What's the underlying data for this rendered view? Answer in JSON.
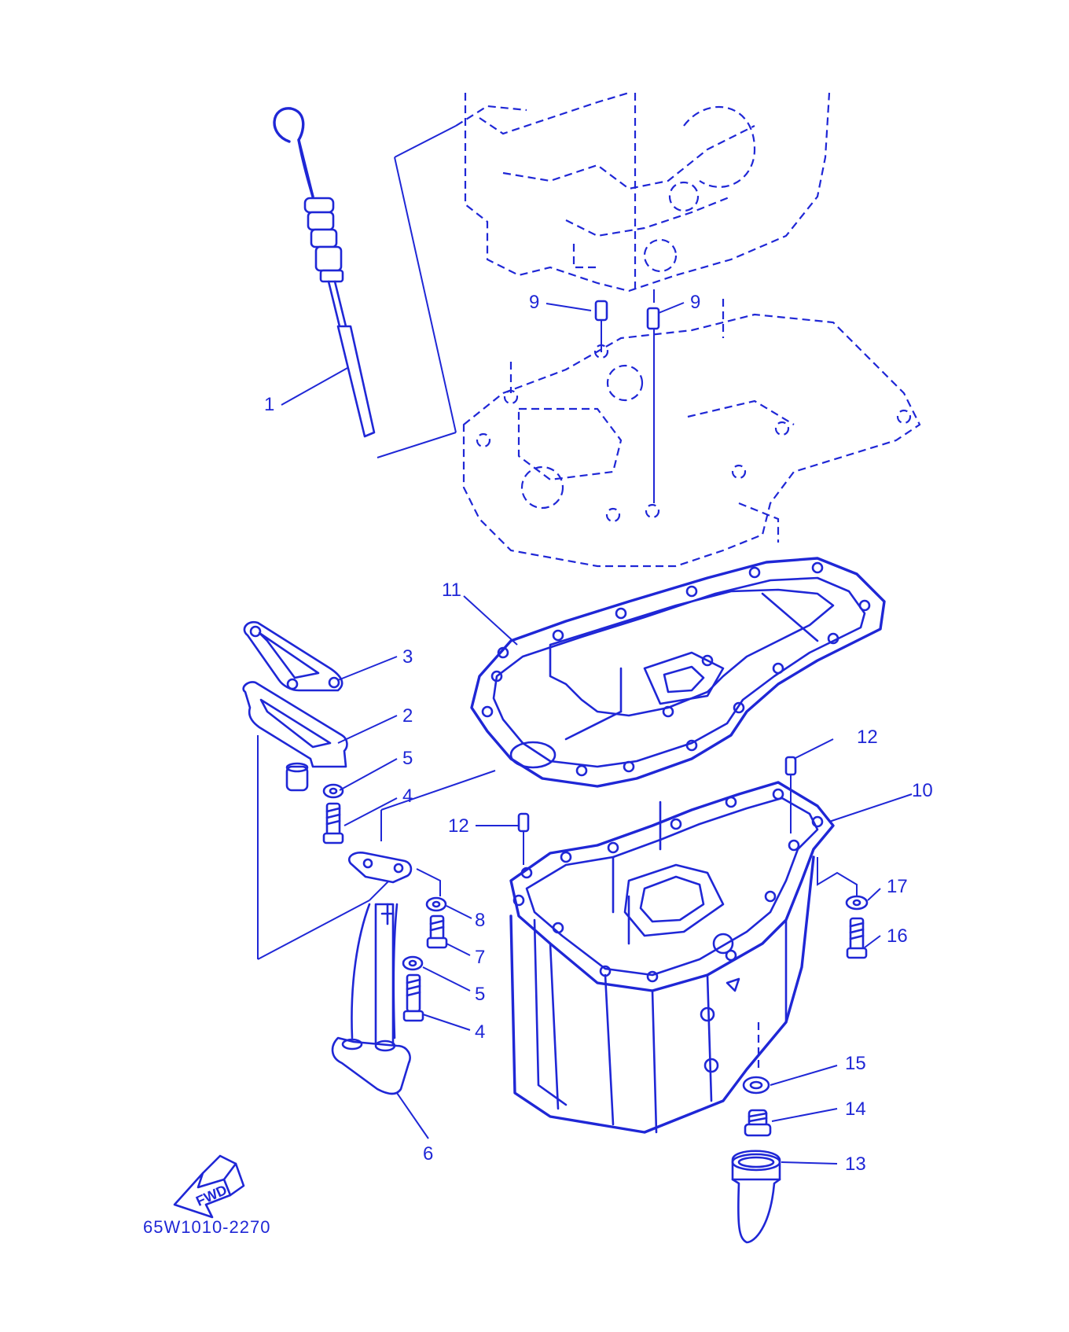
{
  "diagram": {
    "code": "65W1010-2270",
    "fwd_label": "FWD",
    "line_color": "#1f27d6",
    "callouts": [
      {
        "id": "1",
        "label": "1"
      },
      {
        "id": "2",
        "label": "2"
      },
      {
        "id": "3",
        "label": "3"
      },
      {
        "id": "4a",
        "label": "4"
      },
      {
        "id": "4b",
        "label": "4"
      },
      {
        "id": "5a",
        "label": "5"
      },
      {
        "id": "5b",
        "label": "5"
      },
      {
        "id": "6",
        "label": "6"
      },
      {
        "id": "7",
        "label": "7"
      },
      {
        "id": "8",
        "label": "8"
      },
      {
        "id": "9a",
        "label": "9"
      },
      {
        "id": "9b",
        "label": "9"
      },
      {
        "id": "10",
        "label": "10"
      },
      {
        "id": "11",
        "label": "11"
      },
      {
        "id": "12a",
        "label": "12"
      },
      {
        "id": "12b",
        "label": "12"
      },
      {
        "id": "13",
        "label": "13"
      },
      {
        "id": "14",
        "label": "14"
      },
      {
        "id": "15",
        "label": "15"
      },
      {
        "id": "16",
        "label": "16"
      },
      {
        "id": "17",
        "label": "17"
      }
    ]
  }
}
